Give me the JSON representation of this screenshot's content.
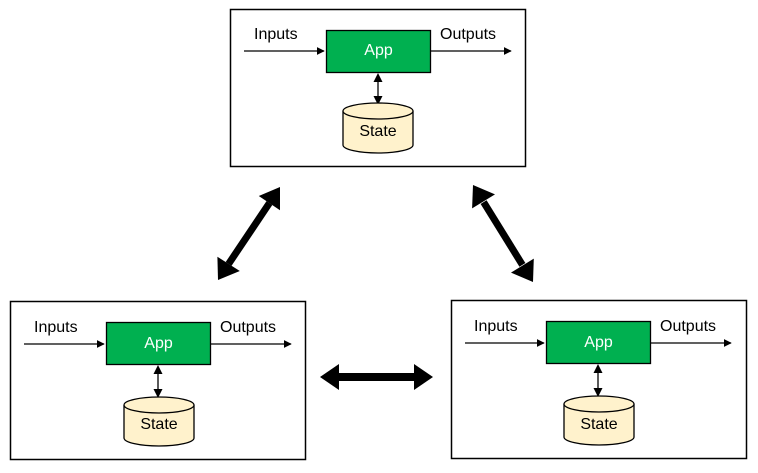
{
  "colors": {
    "app_fill": "#00b050",
    "state_fill": "#fff2cc",
    "stroke": "#000000",
    "background": "#ffffff"
  },
  "nodes": [
    {
      "inputs_label": "Inputs",
      "app_label": "App",
      "outputs_label": "Outputs",
      "state_label": "State"
    },
    {
      "inputs_label": "Inputs",
      "app_label": "App",
      "outputs_label": "Outputs",
      "state_label": "State"
    },
    {
      "inputs_label": "Inputs",
      "app_label": "App",
      "outputs_label": "Outputs",
      "state_label": "State"
    }
  ],
  "connections": [
    {
      "from": 0,
      "to": 1,
      "direction": "bidirectional"
    },
    {
      "from": 0,
      "to": 2,
      "direction": "bidirectional"
    },
    {
      "from": 1,
      "to": 2,
      "direction": "bidirectional"
    }
  ]
}
